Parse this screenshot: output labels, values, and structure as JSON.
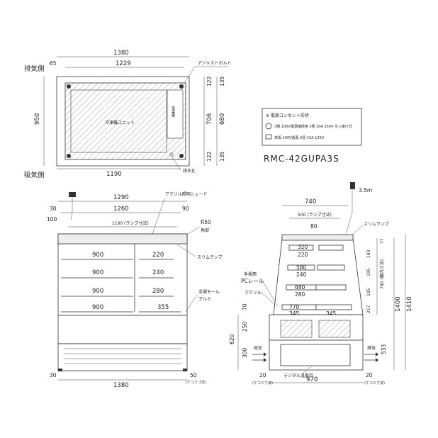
{
  "top_view": {
    "side_exhaust": "排気側",
    "side_intake": "吸気側",
    "dim_overall_width": "1380",
    "dim_inner_width": "1229",
    "dim_left_offset": "65",
    "dim_bottom_width": "1190",
    "dim_depth": "950",
    "dim_706": "706",
    "dim_680": "680",
    "dim_122_top": "122",
    "dim_135_top": "135",
    "dim_122_bot": "122",
    "dim_135_bot": "135",
    "unit_label": "冷凍機ユニット",
    "adjust_bolt": "アジャストボルト",
    "drain_hole": "排水孔",
    "side_unit_text": "電装箱"
  },
  "legend": {
    "title": "※ 電源コンセント形状",
    "line1": "3相 200V電源接続用 3極 20A 250V 引っ掛け式",
    "line2": "単相 100V電源 2極 15A 125V"
  },
  "model": "RMC-42GUPA3S",
  "front_view": {
    "dim_1290": "1290",
    "dim_1260": "1260",
    "dim_30_top": "30",
    "dim_90": "90",
    "dim_100": "100",
    "dim_1100": "1100 (ランプ寸法)",
    "r50": "R50",
    "r50_sub": "角部",
    "acrylic_shade": "アクリル照明シェード",
    "slim_lamp": "スリムランプ",
    "handrail_mall": "手摺モール",
    "handrail_sub": "アルミ",
    "shelf_widths": [
      "900",
      "900",
      "900",
      "900"
    ],
    "shelf_depths": [
      "220",
      "240",
      "280",
      "355"
    ],
    "dim_30_bottom": "30",
    "dim_1380": "1380",
    "dim_50": "50",
    "dim_50_sub": "(ケコミ寸法)"
  },
  "side_view": {
    "dim_740": "740",
    "dim_35m": "3.5m",
    "dim_500": "500 (ランプ寸法)",
    "dim_80": "80",
    "slim_lamp": "スリムランプ",
    "shelf_pairs": [
      [
        "320",
        "220"
      ],
      [
        "580",
        "240"
      ],
      [
        "680",
        "280"
      ],
      [
        "770",
        "345"
      ]
    ],
    "dim_345": "345",
    "dim_77": "77",
    "dim_183": "183",
    "dim_195a": "195",
    "dim_790": "790 (棚内寸法)",
    "dim_195b": "195",
    "dim_217": "217",
    "dim_1400": "1400",
    "dim_1410": "1410",
    "dim_70": "70",
    "dim_250": "250",
    "dim_620": "620",
    "dim_300": "300",
    "dim_533": "533",
    "dim_20_left": "20",
    "dim_20_right": "20",
    "dim_970": "970",
    "kekomi_left": "(ケコミ寸法)",
    "kekomi_right": "(ケコミ寸法)",
    "handrail_pc": "手摺用",
    "handrail_pc2": "PCレール",
    "acrylic": "アクリル",
    "intake": "吸気",
    "exhaust": "排気",
    "digital_thermo": "デジタル温度計"
  }
}
